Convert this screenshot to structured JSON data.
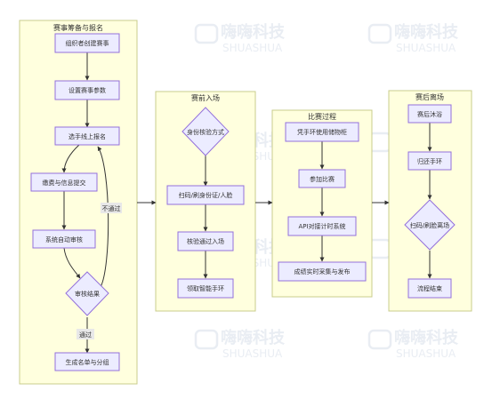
{
  "watermark": {
    "brand": "嗨嗨科技",
    "brand_en": "SHUASHUA"
  },
  "lanes": {
    "prep": "赛事筹备与报名",
    "checkin": "赛前入场",
    "race": "比赛过程",
    "post": "赛后离场"
  },
  "nodes": {
    "create": "组织者创建赛事",
    "params": "设置赛事参数",
    "signup": "选手线上报名",
    "pay": "缴费与信息提交",
    "review": "系统自动审核",
    "result": "审核结果",
    "groups": "生成名单与分组",
    "verify": "身份核验方式",
    "scan": "扫码/刷身份证/人脸",
    "enter": "核验通过入场",
    "band": "领取智能手环",
    "locker": "凭手环使用储物柜",
    "compete": "参加比赛",
    "api": "API对接计时系统",
    "publish": "成绩实时采集与发布",
    "shower": "赛后沐浴",
    "return": "归还手环",
    "exit": "扫码/刷脸离场",
    "end": "流程结束"
  },
  "edges": {
    "pass": "通过",
    "fail": "不通过"
  },
  "colors": {
    "lane_fill": "#ffffde",
    "lane_stroke": "#c9cc8c",
    "node_fill": "#ececff",
    "node_stroke": "#9370db",
    "edge": "#333333",
    "watermark": "#e9edf3"
  }
}
